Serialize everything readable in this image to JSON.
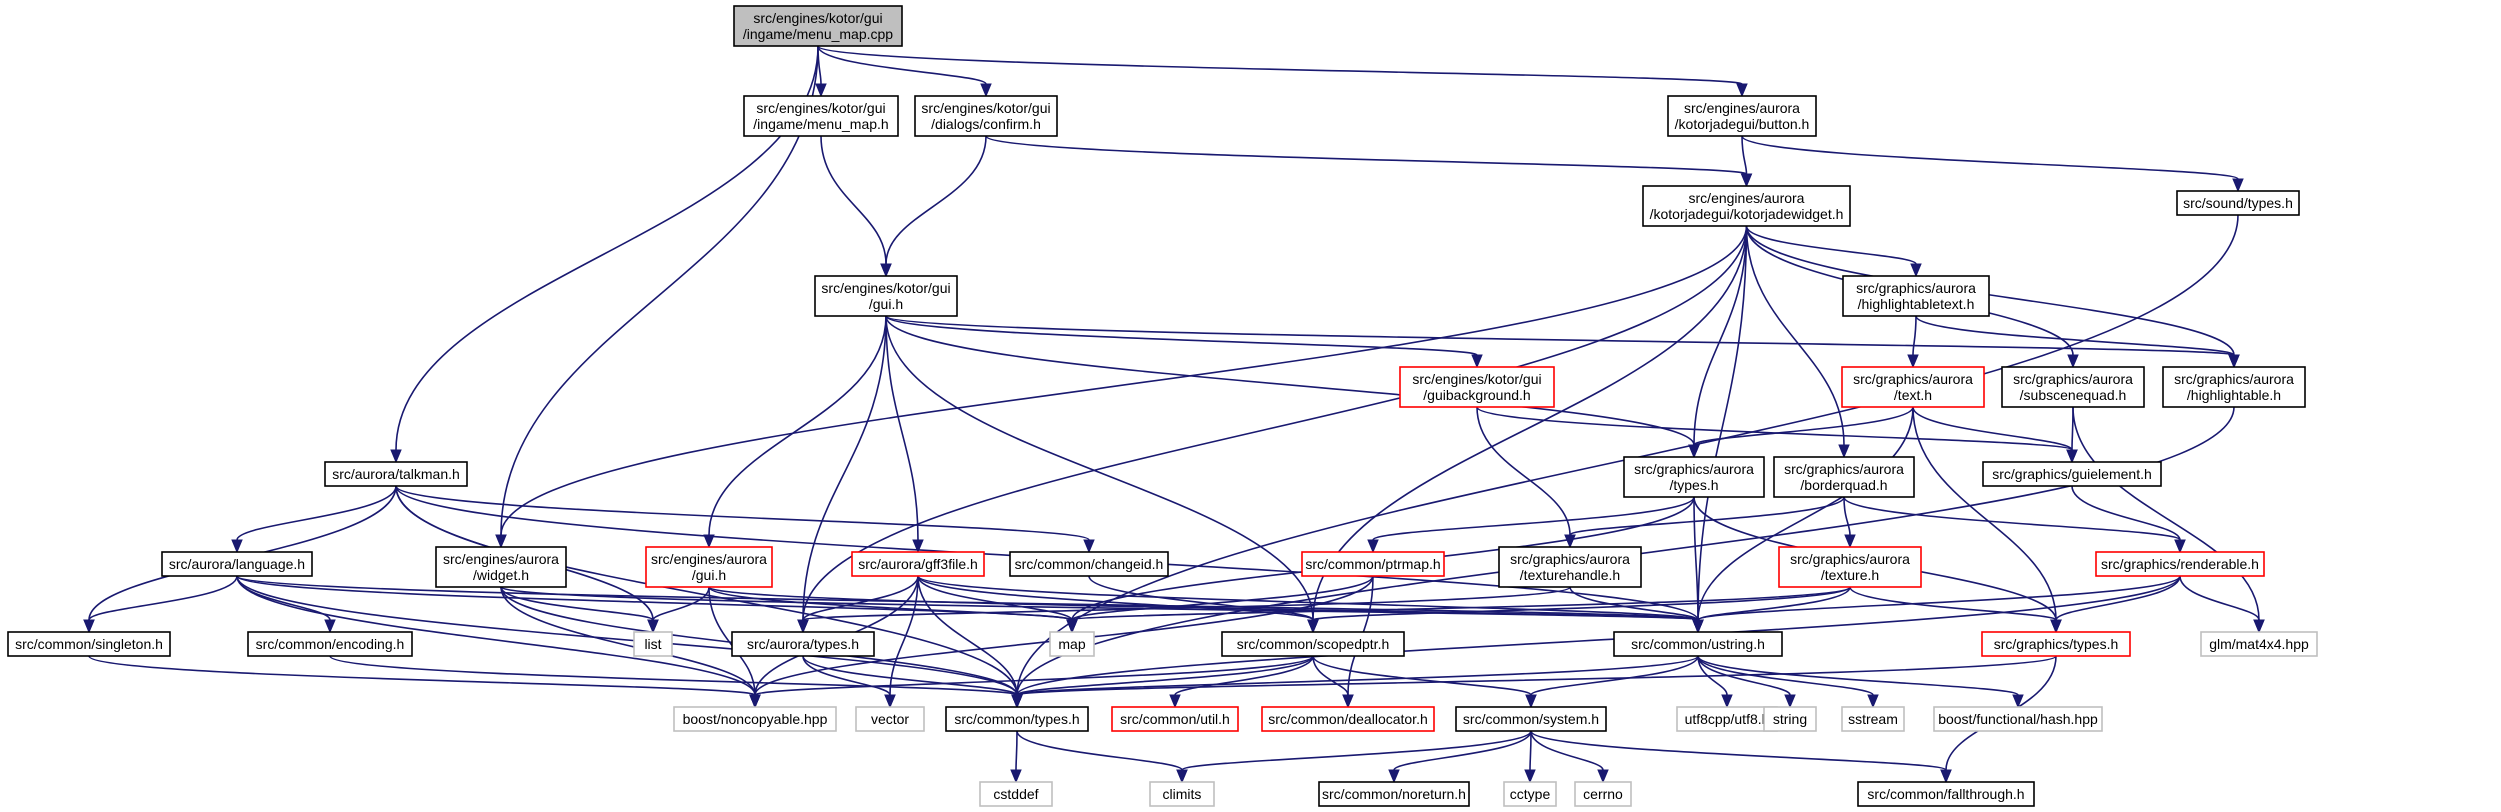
{
  "colors": {
    "edge": "#191970",
    "plain": "#000000",
    "red": "#ff0000",
    "gray": "#bfbfbf",
    "root_fill": "#bfbfbf"
  },
  "nodes": [
    {
      "id": "root",
      "lines": [
        "src/engines/kotor/gui",
        "/ingame/menu_map.cpp"
      ],
      "style": "root"
    },
    {
      "id": "menu_map_h",
      "lines": [
        "src/engines/kotor/gui",
        "/ingame/menu_map.h"
      ],
      "style": "plain"
    },
    {
      "id": "confirm_h",
      "lines": [
        "src/engines/kotor/gui",
        "/dialogs/confirm.h"
      ],
      "style": "plain"
    },
    {
      "id": "button_h",
      "lines": [
        "src/engines/aurora",
        "/kotorjadegui/button.h"
      ],
      "style": "plain"
    },
    {
      "id": "kjw_h",
      "lines": [
        "src/engines/aurora",
        "/kotorjadegui/kotorjadewidget.h"
      ],
      "style": "plain"
    },
    {
      "id": "sound_types",
      "lines": [
        "src/sound/types.h"
      ],
      "style": "plain"
    },
    {
      "id": "kgui_h",
      "lines": [
        "src/engines/kotor/gui",
        "/gui.h"
      ],
      "style": "plain"
    },
    {
      "id": "hltext_h",
      "lines": [
        "src/graphics/aurora",
        "/highlightabletext.h"
      ],
      "style": "plain"
    },
    {
      "id": "guibg_h",
      "lines": [
        "src/engines/kotor/gui",
        "/guibackground.h"
      ],
      "style": "red"
    },
    {
      "id": "text_h",
      "lines": [
        "src/graphics/aurora",
        "/text.h"
      ],
      "style": "red"
    },
    {
      "id": "subscene_h",
      "lines": [
        "src/graphics/aurora",
        "/subscenequad.h"
      ],
      "style": "plain"
    },
    {
      "id": "hl_h",
      "lines": [
        "src/graphics/aurora",
        "/highlightable.h"
      ],
      "style": "plain"
    },
    {
      "id": "talkman_h",
      "lines": [
        "src/aurora/talkman.h"
      ],
      "style": "plain"
    },
    {
      "id": "gatypes_h",
      "lines": [
        "src/graphics/aurora",
        "/types.h"
      ],
      "style": "plain"
    },
    {
      "id": "border_h",
      "lines": [
        "src/graphics/aurora",
        "/borderquad.h"
      ],
      "style": "plain"
    },
    {
      "id": "guielement_h",
      "lines": [
        "src/graphics/guielement.h"
      ],
      "style": "plain"
    },
    {
      "id": "language_h",
      "lines": [
        "src/aurora/language.h"
      ],
      "style": "plain"
    },
    {
      "id": "widget_h",
      "lines": [
        "src/engines/aurora",
        "/widget.h"
      ],
      "style": "plain"
    },
    {
      "id": "egui_h",
      "lines": [
        "src/engines/aurora",
        "/gui.h"
      ],
      "style": "red"
    },
    {
      "id": "gff3_h",
      "lines": [
        "src/aurora/gff3file.h"
      ],
      "style": "red"
    },
    {
      "id": "changeid_h",
      "lines": [
        "src/common/changeid.h"
      ],
      "style": "plain"
    },
    {
      "id": "ptrmap_h",
      "lines": [
        "src/common/ptrmap.h"
      ],
      "style": "red"
    },
    {
      "id": "texhandle_h",
      "lines": [
        "src/graphics/aurora",
        "/texturehandle.h"
      ],
      "style": "plain"
    },
    {
      "id": "texture_h",
      "lines": [
        "src/graphics/aurora",
        "/texture.h"
      ],
      "style": "red"
    },
    {
      "id": "renderable_h",
      "lines": [
        "src/graphics/renderable.h"
      ],
      "style": "red"
    },
    {
      "id": "singleton_h",
      "lines": [
        "src/common/singleton.h"
      ],
      "style": "plain"
    },
    {
      "id": "encoding_h",
      "lines": [
        "src/common/encoding.h"
      ],
      "style": "plain"
    },
    {
      "id": "list",
      "lines": [
        "list"
      ],
      "style": "gray"
    },
    {
      "id": "atypes_h",
      "lines": [
        "src/aurora/types.h"
      ],
      "style": "plain"
    },
    {
      "id": "map",
      "lines": [
        "map"
      ],
      "style": "gray"
    },
    {
      "id": "scopedptr_h",
      "lines": [
        "src/common/scopedptr.h"
      ],
      "style": "plain"
    },
    {
      "id": "ustring_h",
      "lines": [
        "src/common/ustring.h"
      ],
      "style": "plain"
    },
    {
      "id": "gtypes_h",
      "lines": [
        "src/graphics/types.h"
      ],
      "style": "red"
    },
    {
      "id": "mat4",
      "lines": [
        "glm/mat4x4.hpp"
      ],
      "style": "gray"
    },
    {
      "id": "noncopyable",
      "lines": [
        "boost/noncopyable.hpp"
      ],
      "style": "gray"
    },
    {
      "id": "vector",
      "lines": [
        "vector"
      ],
      "style": "gray"
    },
    {
      "id": "ctypes_h",
      "lines": [
        "src/common/types.h"
      ],
      "style": "plain"
    },
    {
      "id": "util_h",
      "lines": [
        "src/common/util.h"
      ],
      "style": "red"
    },
    {
      "id": "dealloc_h",
      "lines": [
        "src/common/deallocator.h"
      ],
      "style": "red"
    },
    {
      "id": "system_h",
      "lines": [
        "src/common/system.h"
      ],
      "style": "plain"
    },
    {
      "id": "utf8",
      "lines": [
        "utf8cpp/utf8.h"
      ],
      "style": "gray"
    },
    {
      "id": "string",
      "lines": [
        "string"
      ],
      "style": "gray"
    },
    {
      "id": "sstream",
      "lines": [
        "sstream"
      ],
      "style": "gray"
    },
    {
      "id": "hash",
      "lines": [
        "boost/functional/hash.hpp"
      ],
      "style": "gray"
    },
    {
      "id": "cstddef",
      "lines": [
        "cstddef"
      ],
      "style": "gray"
    },
    {
      "id": "climits",
      "lines": [
        "climits"
      ],
      "style": "gray"
    },
    {
      "id": "noreturn_h",
      "lines": [
        "src/common/noreturn.h"
      ],
      "style": "plain"
    },
    {
      "id": "cctype",
      "lines": [
        "cctype"
      ],
      "style": "gray"
    },
    {
      "id": "cerrno",
      "lines": [
        "cerrno"
      ],
      "style": "gray"
    },
    {
      "id": "fallthrough_h",
      "lines": [
        "src/common/fallthrough.h"
      ],
      "style": "plain"
    }
  ],
  "edges": [
    [
      "root",
      "menu_map_h"
    ],
    [
      "root",
      "confirm_h"
    ],
    [
      "root",
      "button_h"
    ],
    [
      "root",
      "talkman_h"
    ],
    [
      "root",
      "widget_h"
    ],
    [
      "menu_map_h",
      "kgui_h"
    ],
    [
      "confirm_h",
      "kgui_h"
    ],
    [
      "confirm_h",
      "kjw_h"
    ],
    [
      "button_h",
      "kjw_h"
    ],
    [
      "button_h",
      "sound_types"
    ],
    [
      "kjw_h",
      "widget_h"
    ],
    [
      "kjw_h",
      "hltext_h"
    ],
    [
      "kjw_h",
      "subscene_h"
    ],
    [
      "kjw_h",
      "hl_h"
    ],
    [
      "kjw_h",
      "gatypes_h"
    ],
    [
      "kjw_h",
      "border_h"
    ],
    [
      "kjw_h",
      "atypes_h"
    ],
    [
      "kjw_h",
      "scopedptr_h"
    ],
    [
      "kjw_h",
      "ustring_h"
    ],
    [
      "sound_types",
      "ctypes_h"
    ],
    [
      "kgui_h",
      "guibg_h"
    ],
    [
      "kgui_h",
      "hl_h"
    ],
    [
      "kgui_h",
      "gatypes_h"
    ],
    [
      "kgui_h",
      "egui_h"
    ],
    [
      "kgui_h",
      "gff3_h"
    ],
    [
      "kgui_h",
      "atypes_h"
    ],
    [
      "kgui_h",
      "scopedptr_h"
    ],
    [
      "hltext_h",
      "text_h"
    ],
    [
      "hltext_h",
      "hl_h"
    ],
    [
      "guibg_h",
      "texhandle_h"
    ],
    [
      "guibg_h",
      "guielement_h"
    ],
    [
      "text_h",
      "gatypes_h"
    ],
    [
      "text_h",
      "guielement_h"
    ],
    [
      "text_h",
      "ustring_h"
    ],
    [
      "text_h",
      "gtypes_h"
    ],
    [
      "subscene_h",
      "guielement_h"
    ],
    [
      "subscene_h",
      "mat4"
    ],
    [
      "hl_h",
      "ctypes_h"
    ],
    [
      "talkman_h",
      "language_h"
    ],
    [
      "talkman_h",
      "singleton_h"
    ],
    [
      "talkman_h",
      "changeid_h"
    ],
    [
      "talkman_h",
      "list"
    ],
    [
      "talkman_h",
      "ustring_h"
    ],
    [
      "talkman_h",
      "ctypes_h"
    ],
    [
      "gatypes_h",
      "map"
    ],
    [
      "gatypes_h",
      "ptrmap_h"
    ],
    [
      "gatypes_h",
      "ustring_h"
    ],
    [
      "gatypes_h",
      "gtypes_h"
    ],
    [
      "border_h",
      "texhandle_h"
    ],
    [
      "border_h",
      "texture_h"
    ],
    [
      "border_h",
      "renderable_h"
    ],
    [
      "guielement_h",
      "renderable_h"
    ],
    [
      "language_h",
      "singleton_h"
    ],
    [
      "language_h",
      "encoding_h"
    ],
    [
      "language_h",
      "ustring_h"
    ],
    [
      "language_h",
      "ctypes_h"
    ],
    [
      "language_h",
      "noncopyable"
    ],
    [
      "language_h",
      "map"
    ],
    [
      "widget_h",
      "list"
    ],
    [
      "widget_h",
      "ustring_h"
    ],
    [
      "widget_h",
      "noncopyable"
    ],
    [
      "widget_h",
      "ctypes_h"
    ],
    [
      "egui_h",
      "list"
    ],
    [
      "egui_h",
      "map"
    ],
    [
      "egui_h",
      "ustring_h"
    ],
    [
      "egui_h",
      "noncopyable"
    ],
    [
      "gff3_h",
      "vector"
    ],
    [
      "gff3_h",
      "map"
    ],
    [
      "gff3_h",
      "noncopyable"
    ],
    [
      "gff3_h",
      "atypes_h"
    ],
    [
      "gff3_h",
      "ctypes_h"
    ],
    [
      "gff3_h",
      "ustring_h"
    ],
    [
      "gff3_h",
      "scopedptr_h"
    ],
    [
      "changeid_h",
      "scopedptr_h"
    ],
    [
      "ptrmap_h",
      "map"
    ],
    [
      "ptrmap_h",
      "noncopyable"
    ],
    [
      "ptrmap_h",
      "dealloc_h"
    ],
    [
      "texhandle_h",
      "ustring_h"
    ],
    [
      "texhandle_h",
      "atypes_h"
    ],
    [
      "texture_h",
      "map"
    ],
    [
      "texture_h",
      "ustring_h"
    ],
    [
      "texture_h",
      "scopedptr_h"
    ],
    [
      "texture_h",
      "gtypes_h"
    ],
    [
      "renderable_h",
      "ustring_h"
    ],
    [
      "renderable_h",
      "gtypes_h"
    ],
    [
      "renderable_h",
      "mat4"
    ],
    [
      "renderable_h",
      "ctypes_h"
    ],
    [
      "singleton_h",
      "noncopyable"
    ],
    [
      "encoding_h",
      "ctypes_h"
    ],
    [
      "atypes_h",
      "vector"
    ],
    [
      "atypes_h",
      "ctypes_h"
    ],
    [
      "scopedptr_h",
      "noncopyable"
    ],
    [
      "scopedptr_h",
      "util_h"
    ],
    [
      "scopedptr_h",
      "dealloc_h"
    ],
    [
      "scopedptr_h",
      "system_h"
    ],
    [
      "scopedptr_h",
      "ctypes_h"
    ],
    [
      "ustring_h",
      "utf8"
    ],
    [
      "ustring_h",
      "string"
    ],
    [
      "ustring_h",
      "sstream"
    ],
    [
      "ustring_h",
      "hash"
    ],
    [
      "ustring_h",
      "system_h"
    ],
    [
      "ustring_h",
      "ctypes_h"
    ],
    [
      "gtypes_h",
      "fallthrough_h"
    ],
    [
      "gtypes_h",
      "ctypes_h"
    ],
    [
      "ctypes_h",
      "cstddef"
    ],
    [
      "ctypes_h",
      "climits"
    ],
    [
      "system_h",
      "noreturn_h"
    ],
    [
      "system_h",
      "cctype"
    ],
    [
      "system_h",
      "cerrno"
    ],
    [
      "system_h",
      "climits"
    ],
    [
      "system_h",
      "fallthrough_h"
    ]
  ]
}
